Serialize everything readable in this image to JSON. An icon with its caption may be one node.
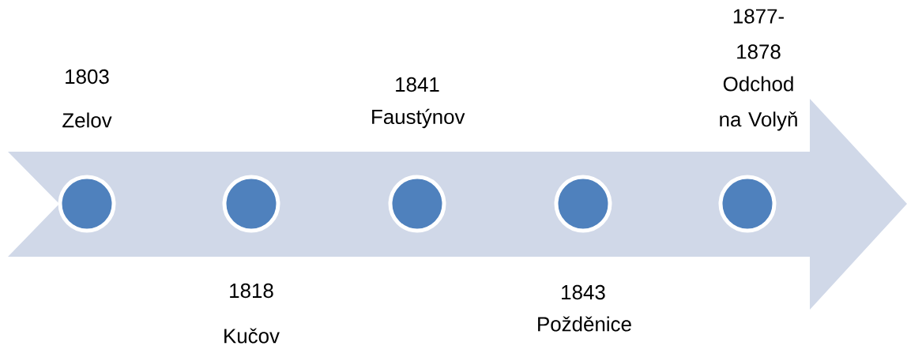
{
  "diagram": {
    "nodes": [
      {
        "text": [],
        "shape": "circle",
        "beside": [
          "1803",
          "Zelov"
        ]
      },
      {
        "text": [],
        "shape": "circle",
        "beside": [
          "1818",
          "Kučov"
        ]
      },
      {
        "text": [],
        "shape": "circle",
        "beside": [
          "1841",
          "Faustýnov"
        ]
      },
      {
        "text": [],
        "shape": "circle",
        "beside": [
          "1843",
          "Požděnice"
        ]
      },
      {
        "text": [],
        "shape": "circle",
        "beside": [
          "1877-1878",
          "Odchod na Volyň"
        ]
      }
    ]
  }
}
